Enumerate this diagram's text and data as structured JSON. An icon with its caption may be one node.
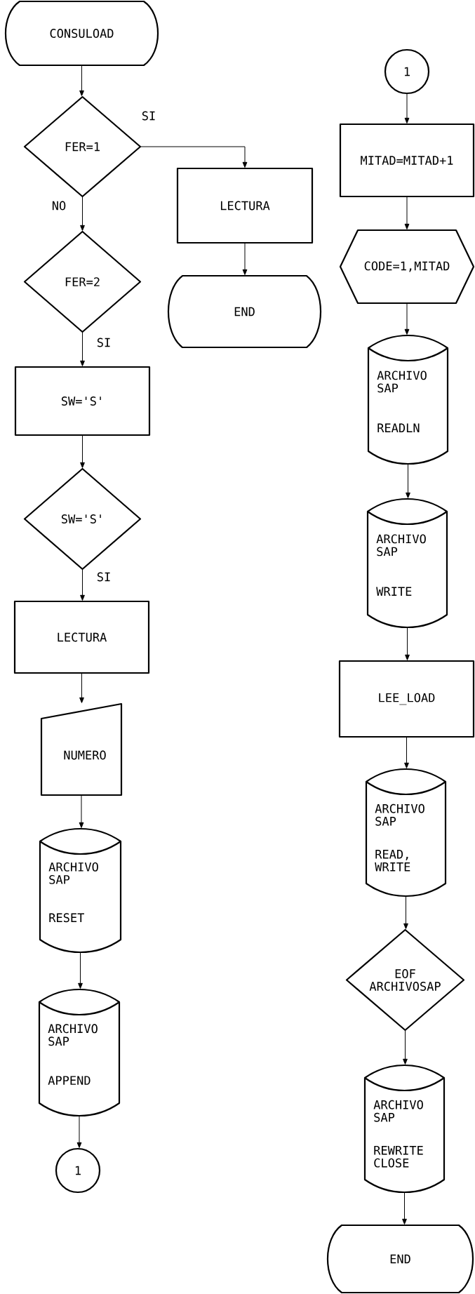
{
  "diagram": {
    "nodes": [
      {
        "text": [
          "CONSULOAD"
        ]
      },
      {
        "text": [
          "FER=1"
        ]
      },
      {
        "text": [
          "LECTURA"
        ]
      },
      {
        "text": [
          "END"
        ]
      },
      {
        "text": [
          "FER=2"
        ]
      },
      {
        "text": [
          "SW='S'"
        ]
      },
      {
        "text": [
          "SW='S'"
        ]
      },
      {
        "text": [
          "LECTURA"
        ]
      },
      {
        "text": [
          "NUMERO"
        ]
      },
      {
        "text": [
          "ARCHIVO SAP",
          "RESET"
        ]
      },
      {
        "text": [
          "ARCHIVO SAP",
          "APPEND"
        ]
      },
      {
        "text": [
          "1"
        ]
      },
      {
        "text": [
          "1"
        ]
      },
      {
        "text": [
          "MITAD=MITAD+1"
        ]
      },
      {
        "text": [
          "CODE=1,MITAD"
        ]
      },
      {
        "text": [
          "ARCHIVO SAP",
          "READLN"
        ]
      },
      {
        "text": [
          "ARCHIVO SAP",
          "WRITE"
        ]
      },
      {
        "text": [
          "LEE_LOAD"
        ]
      },
      {
        "text": [
          "ARCHIVO SAP",
          "READ, WRITE"
        ]
      },
      {
        "text": [
          "EOF ARCHIVOSAP"
        ]
      },
      {
        "text": [
          "ARCHIVO SAP",
          "REWRITE CLOSE"
        ]
      },
      {
        "text": [
          "END"
        ]
      }
    ],
    "edges": [
      {
        "from": 0,
        "to": 1,
        "arrow": "to"
      },
      {
        "from": 1,
        "to": 2,
        "arrow": "to",
        "label": "SI"
      },
      {
        "from": 2,
        "to": 3,
        "arrow": "to"
      },
      {
        "from": 1,
        "to": 4,
        "arrow": "to",
        "label": "NO"
      },
      {
        "from": 4,
        "to": 5,
        "arrow": "to",
        "label": "SI"
      },
      {
        "from": 5,
        "to": 6,
        "arrow": "to"
      },
      {
        "from": 6,
        "to": 7,
        "arrow": "to",
        "label": "SI"
      },
      {
        "from": 7,
        "to": 8,
        "arrow": "to"
      },
      {
        "from": 8,
        "to": 9,
        "arrow": "to"
      },
      {
        "from": 9,
        "to": 10,
        "arrow": "to"
      },
      {
        "from": 10,
        "to": 11,
        "arrow": "to"
      },
      {
        "from": 12,
        "to": 13,
        "arrow": "to"
      },
      {
        "from": 13,
        "to": 14,
        "arrow": "to"
      },
      {
        "from": 14,
        "to": 15,
        "arrow": "to"
      },
      {
        "from": 15,
        "to": 16,
        "arrow": "to"
      },
      {
        "from": 16,
        "to": 17,
        "arrow": "to"
      },
      {
        "from": 17,
        "to": 18,
        "arrow": "to"
      },
      {
        "from": 18,
        "to": 19,
        "arrow": "to"
      },
      {
        "from": 19,
        "to": 20,
        "arrow": "to"
      },
      {
        "from": 20,
        "to": 21,
        "arrow": "to"
      }
    ]
  }
}
